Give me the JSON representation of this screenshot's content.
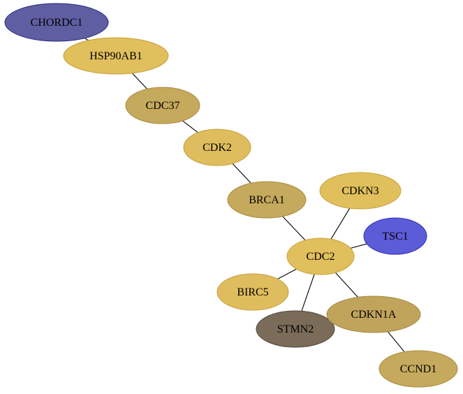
{
  "nodes": [
    {
      "id": "CHORDC1",
      "label": "CHORDC1",
      "fill": "#5f5ea2",
      "stroke": "#2a2a7a"
    },
    {
      "id": "HSP90AB1",
      "label": "HSP90AB1",
      "fill": "#e0bf5c",
      "stroke": "#c7a23c"
    },
    {
      "id": "CDC37",
      "label": "CDC37",
      "fill": "#c5a95c",
      "stroke": "#a88c3e"
    },
    {
      "id": "CDK2",
      "label": "CDK2",
      "fill": "#dfbd5e",
      "stroke": "#c4a03c"
    },
    {
      "id": "BRCA1",
      "label": "BRCA1",
      "fill": "#c5a95c",
      "stroke": "#a88c3e"
    },
    {
      "id": "CDKN3",
      "label": "CDKN3",
      "fill": "#e0bf5c",
      "stroke": "#c7a23c"
    },
    {
      "id": "TSC1",
      "label": "TSC1",
      "fill": "#5c5bd8",
      "stroke": "#2e2eb8"
    },
    {
      "id": "CDC2",
      "label": "CDC2",
      "fill": "#e0bf5c",
      "stroke": "#c7a23c"
    },
    {
      "id": "BIRC5",
      "label": "BIRC5",
      "fill": "#dfbd5e",
      "stroke": "#c4a03c"
    },
    {
      "id": "STMN2",
      "label": "STMN2",
      "fill": "#7a6c58",
      "stroke": "#50453a"
    },
    {
      "id": "CDKN1A",
      "label": "CDKN1A",
      "fill": "#c1a45b",
      "stroke": "#a4883d"
    },
    {
      "id": "CCND1",
      "label": "CCND1",
      "fill": "#c5a95c",
      "stroke": "#a88c3e"
    }
  ],
  "edges": [
    {
      "source": "CHORDC1",
      "target": "HSP90AB1"
    },
    {
      "source": "HSP90AB1",
      "target": "CDC37"
    },
    {
      "source": "CDC37",
      "target": "CDK2"
    },
    {
      "source": "CDK2",
      "target": "BRCA1"
    },
    {
      "source": "BRCA1",
      "target": "CDC2"
    },
    {
      "source": "CDKN3",
      "target": "CDC2"
    },
    {
      "source": "TSC1",
      "target": "CDC2"
    },
    {
      "source": "BIRC5",
      "target": "CDC2"
    },
    {
      "source": "STMN2",
      "target": "CDC2"
    },
    {
      "source": "CDKN1A",
      "target": "CDC2"
    },
    {
      "source": "CDKN1A",
      "target": "CCND1"
    }
  ]
}
